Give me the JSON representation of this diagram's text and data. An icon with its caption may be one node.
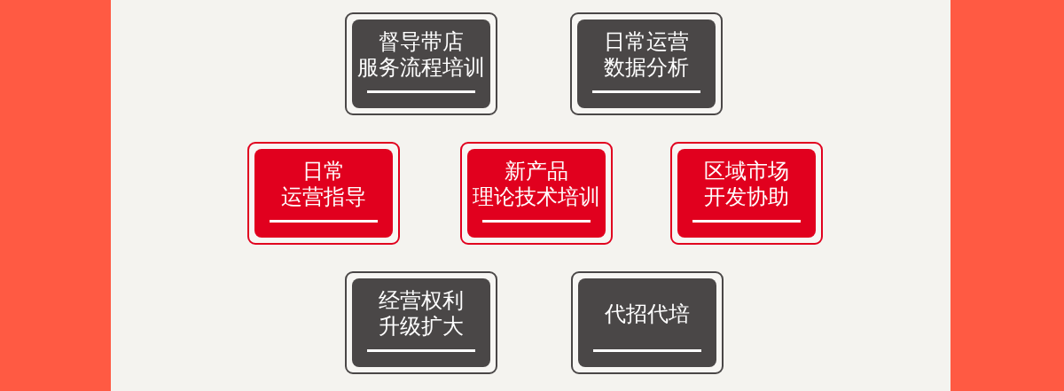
{
  "diagram": {
    "nodes": [
      {
        "text": [
          "督导带店服务流程培训"
        ]
      },
      {
        "text": [
          "日常运营数据分析"
        ]
      },
      {
        "text": [
          "日常运营指导"
        ]
      },
      {
        "text": [
          "新产品理论技术培训"
        ]
      },
      {
        "text": [
          "区域市场开发协助"
        ]
      },
      {
        "text": [
          "经营权利升级扩大"
        ]
      },
      {
        "text": [
          "代招代培"
        ]
      }
    ]
  }
}
